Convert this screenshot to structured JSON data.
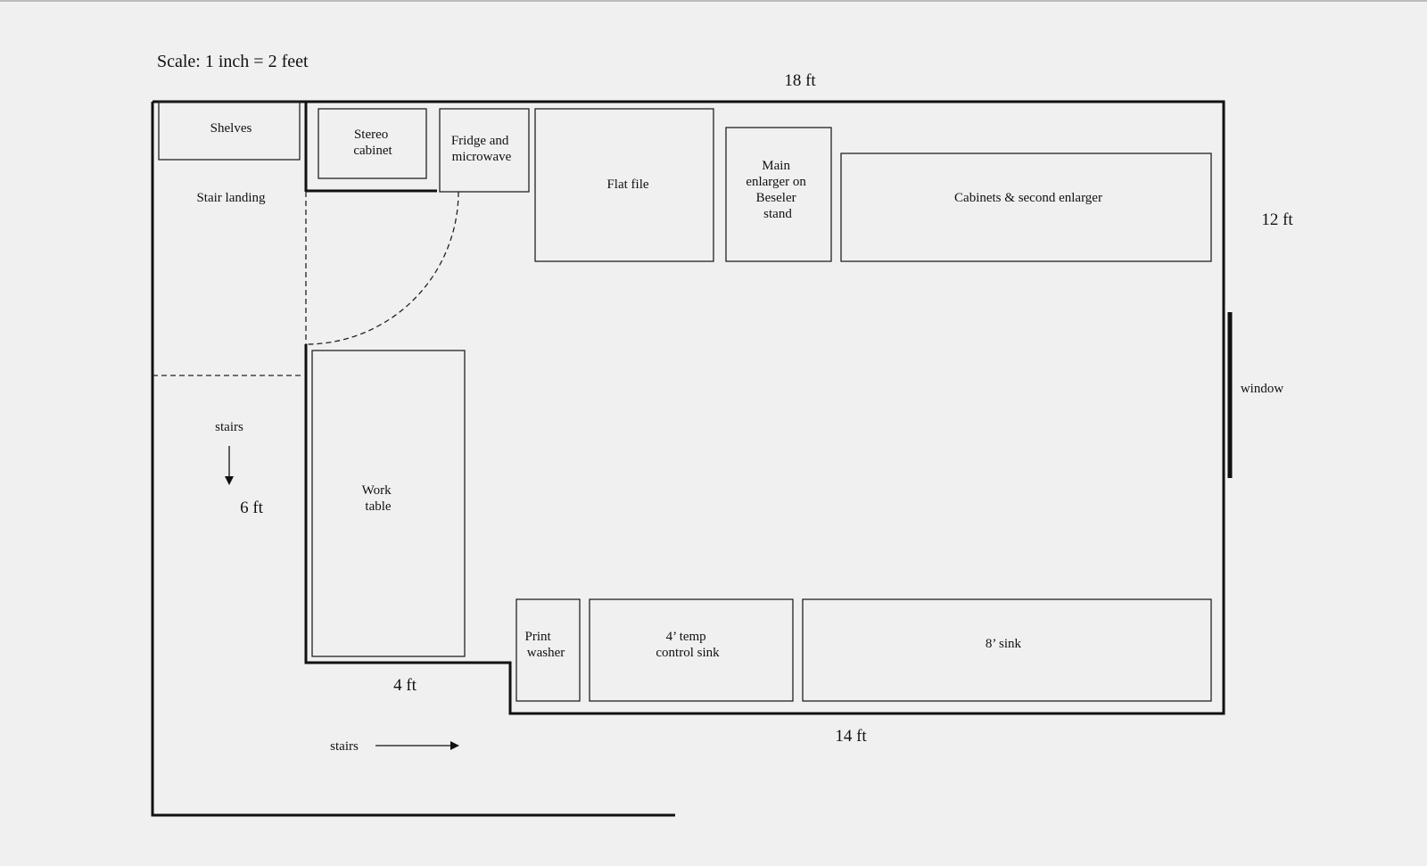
{
  "scale_label": "Scale: 1 inch = 2 feet",
  "dimensions": {
    "top": "18 ft",
    "right": "12 ft",
    "stair_side": "6 ft",
    "step": "4 ft",
    "bottom": "14 ft"
  },
  "areas": {
    "shelves": "Shelves",
    "stair_landing": "Stair landing",
    "stairs_down": "stairs",
    "stairs_right": "stairs",
    "window": "window"
  },
  "furniture": {
    "stereo_cabinet": [
      "Stereo",
      "cabinet"
    ],
    "fridge": [
      "Fridge and",
      "microwave"
    ],
    "flat_file": [
      "Flat file"
    ],
    "main_enlarger": [
      "Main",
      "enlarger on",
      "Beseler",
      "stand"
    ],
    "cabinets": [
      "Cabinets & second enlarger"
    ],
    "work_table": [
      "Work",
      "table"
    ],
    "print_washer": [
      "Print",
      "washer"
    ],
    "temp_sink": [
      "4’ temp",
      "control sink"
    ],
    "sink": [
      "8’ sink"
    ]
  }
}
